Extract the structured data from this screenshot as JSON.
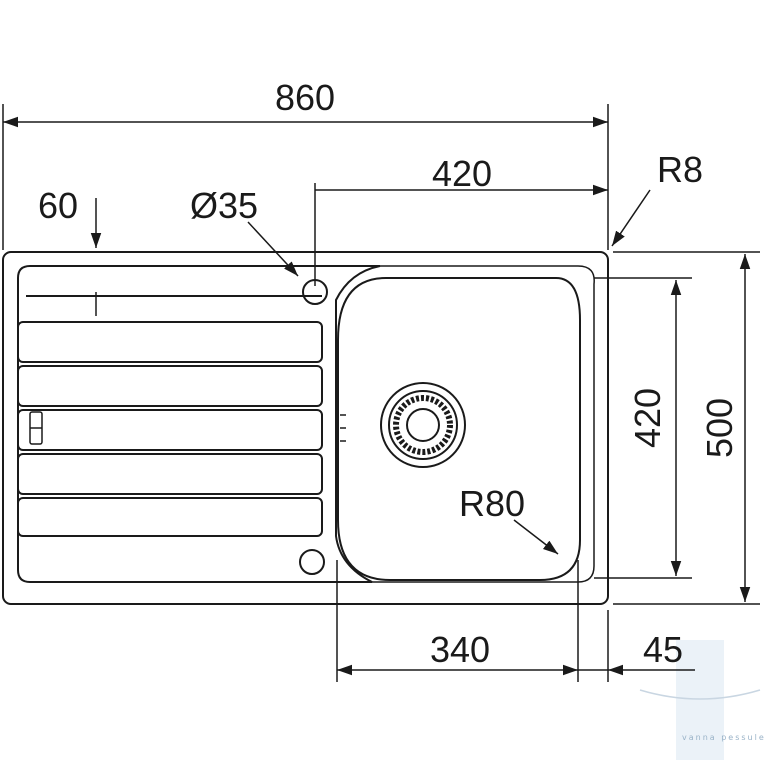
{
  "drawing": {
    "overall_width": "860",
    "bowl_offset": "420",
    "corner_radius": "R8",
    "drainer_depth": "60",
    "tap_hole": "Ø35",
    "bowl_depth": "420",
    "overall_depth": "500",
    "bowl_corner_radius": "R80",
    "bowl_width": "340",
    "edge_margin": "45"
  },
  "watermark": {
    "text": "vanna pessule"
  },
  "colors": {
    "line": "#1a1a1a",
    "watermark": "#9ab3c8"
  }
}
